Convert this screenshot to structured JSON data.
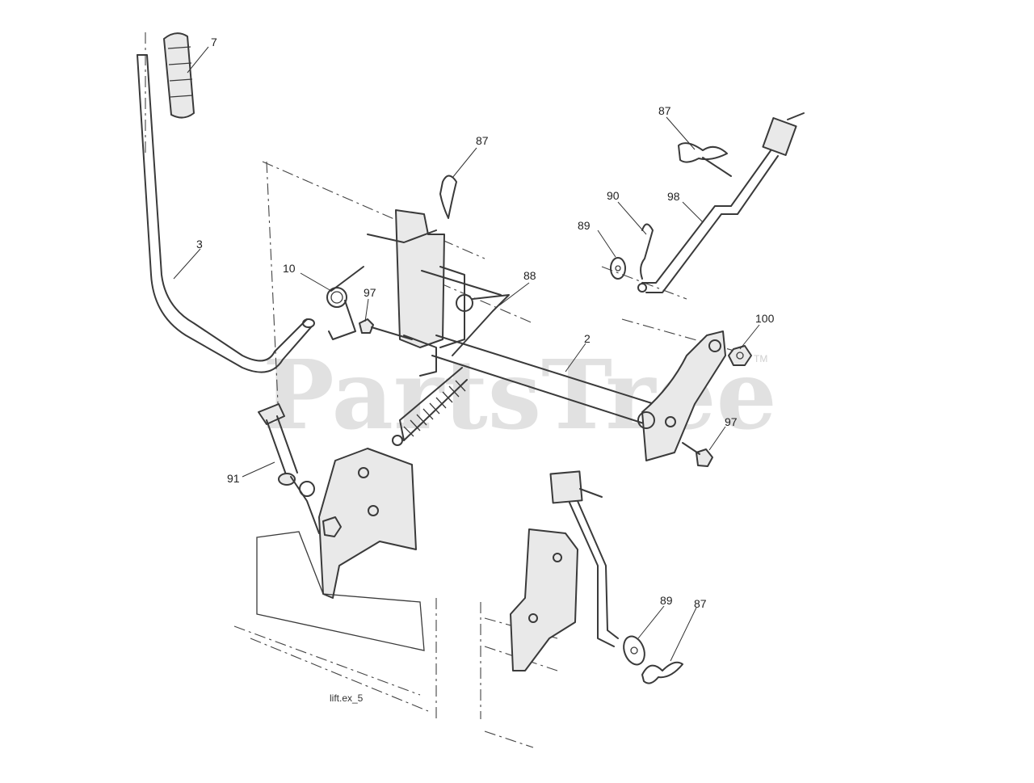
{
  "watermark": {
    "text": "PartsTree",
    "tm": "TM"
  },
  "drawing_code": "lift.ex_5",
  "callouts": [
    {
      "id": "c-7",
      "label": "7"
    },
    {
      "id": "c-87a",
      "label": "87"
    },
    {
      "id": "c-87b",
      "label": "87"
    },
    {
      "id": "c-90",
      "label": "90"
    },
    {
      "id": "c-98",
      "label": "98"
    },
    {
      "id": "c-89a",
      "label": "89"
    },
    {
      "id": "c-3",
      "label": "3"
    },
    {
      "id": "c-10",
      "label": "10"
    },
    {
      "id": "c-97a",
      "label": "97"
    },
    {
      "id": "c-88",
      "label": "88"
    },
    {
      "id": "c-100",
      "label": "100"
    },
    {
      "id": "c-2",
      "label": "2"
    },
    {
      "id": "c-97b",
      "label": "97"
    },
    {
      "id": "c-91",
      "label": "91"
    },
    {
      "id": "c-89b",
      "label": "89"
    },
    {
      "id": "c-87c",
      "label": "87"
    }
  ]
}
